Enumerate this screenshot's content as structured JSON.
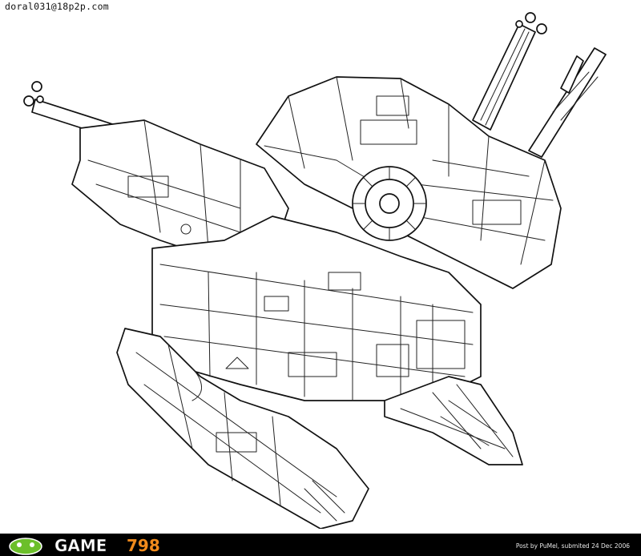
{
  "watermark_top": "doral031@18p2p.com",
  "logo": {
    "text_game": "GAME",
    "text_num": "798"
  },
  "credit": "Post by PuMel, submited 24 Dec 2006",
  "colors": {
    "footer_bg": "#000000",
    "logo_orange": "#f08a1c",
    "logo_green": "#6cbf2a"
  }
}
